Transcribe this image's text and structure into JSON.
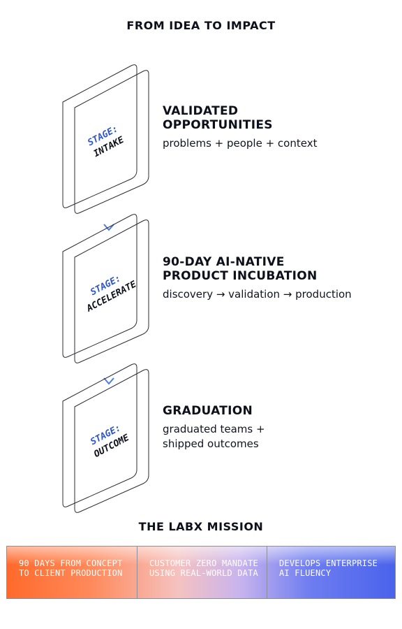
{
  "header": {
    "title": "FROM IDEA TO IMPACT"
  },
  "stages": [
    {
      "card_line1": "STAGE:",
      "card_line2": "INTAKE",
      "heading": "VALIDATED\nOPPORTUNITIES",
      "description": "problems + people + context"
    },
    {
      "card_line1": "STAGE:",
      "card_line2": "ACCELERATE",
      "heading": "90-DAY AI-NATIVE\nPRODUCT INCUBATION",
      "description": "discovery → validation → production"
    },
    {
      "card_line1": "STAGE:",
      "card_line2": "OUTCOME",
      "heading": "GRADUATION",
      "description": "graduated teams +\nshipped outcomes"
    }
  ],
  "mission": {
    "title": "THE LABX MISSION",
    "items": [
      "90 DAYS FROM CONCEPT TO CLIENT PRODUCTION",
      "CUSTOMER ZERO MANDATE USING REAL-WORLD DATA",
      "DEVELOPS ENTERPRISE AI FLUENCY"
    ]
  },
  "colors": {
    "accent_blue": "#2f54c8",
    "arrow_blue": "#4a7be8",
    "arrow_orange": "#ff6a2b",
    "card_stroke": "#2a2c36",
    "text_dark": "#0d0f1a"
  }
}
